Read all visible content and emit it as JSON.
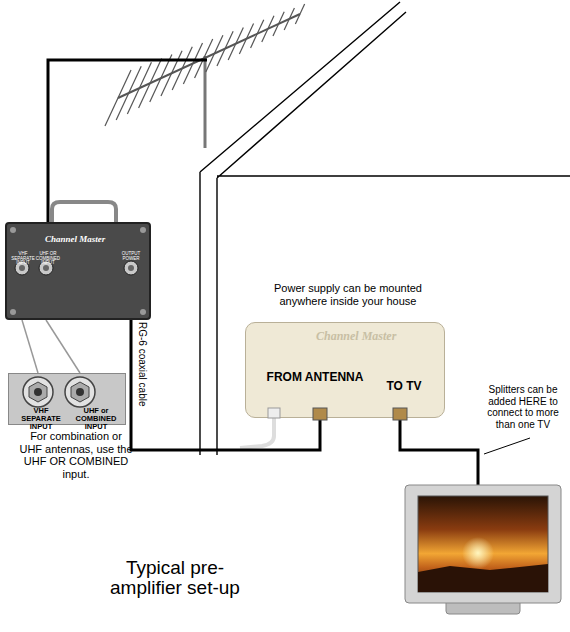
{
  "diagram": {
    "title": "Typical pre-amplifier set-up",
    "nodes": [
      {
        "text": [
          "Channel Master"
        ]
      },
      {
        "text": [
          "VHF SEPARATE INPUT",
          "UHF or COMBINED INPUT"
        ]
      },
      {
        "text": [
          "Channel Master",
          "FROM ANTENNA",
          "TO TV"
        ]
      }
    ],
    "edges": [
      {
        "from": 0,
        "to": 1,
        "arrow": "none"
      },
      {
        "from": 0,
        "to": 1,
        "arrow": "none"
      },
      {
        "from": 0,
        "to": 2,
        "arrow": "none"
      }
    ],
    "labels": [
      "VHF SEPARATE INPUT",
      "UHF OR COMBINED INPUT",
      "OUTPUT POWER",
      "For combination or UHF antennas, use the UHF OR COMBINED input.",
      "RG-6 coaxial cable",
      "Power supply can be mounted anywhere inside your house",
      "Splitters can be added HERE to connect to more than one TV"
    ]
  }
}
